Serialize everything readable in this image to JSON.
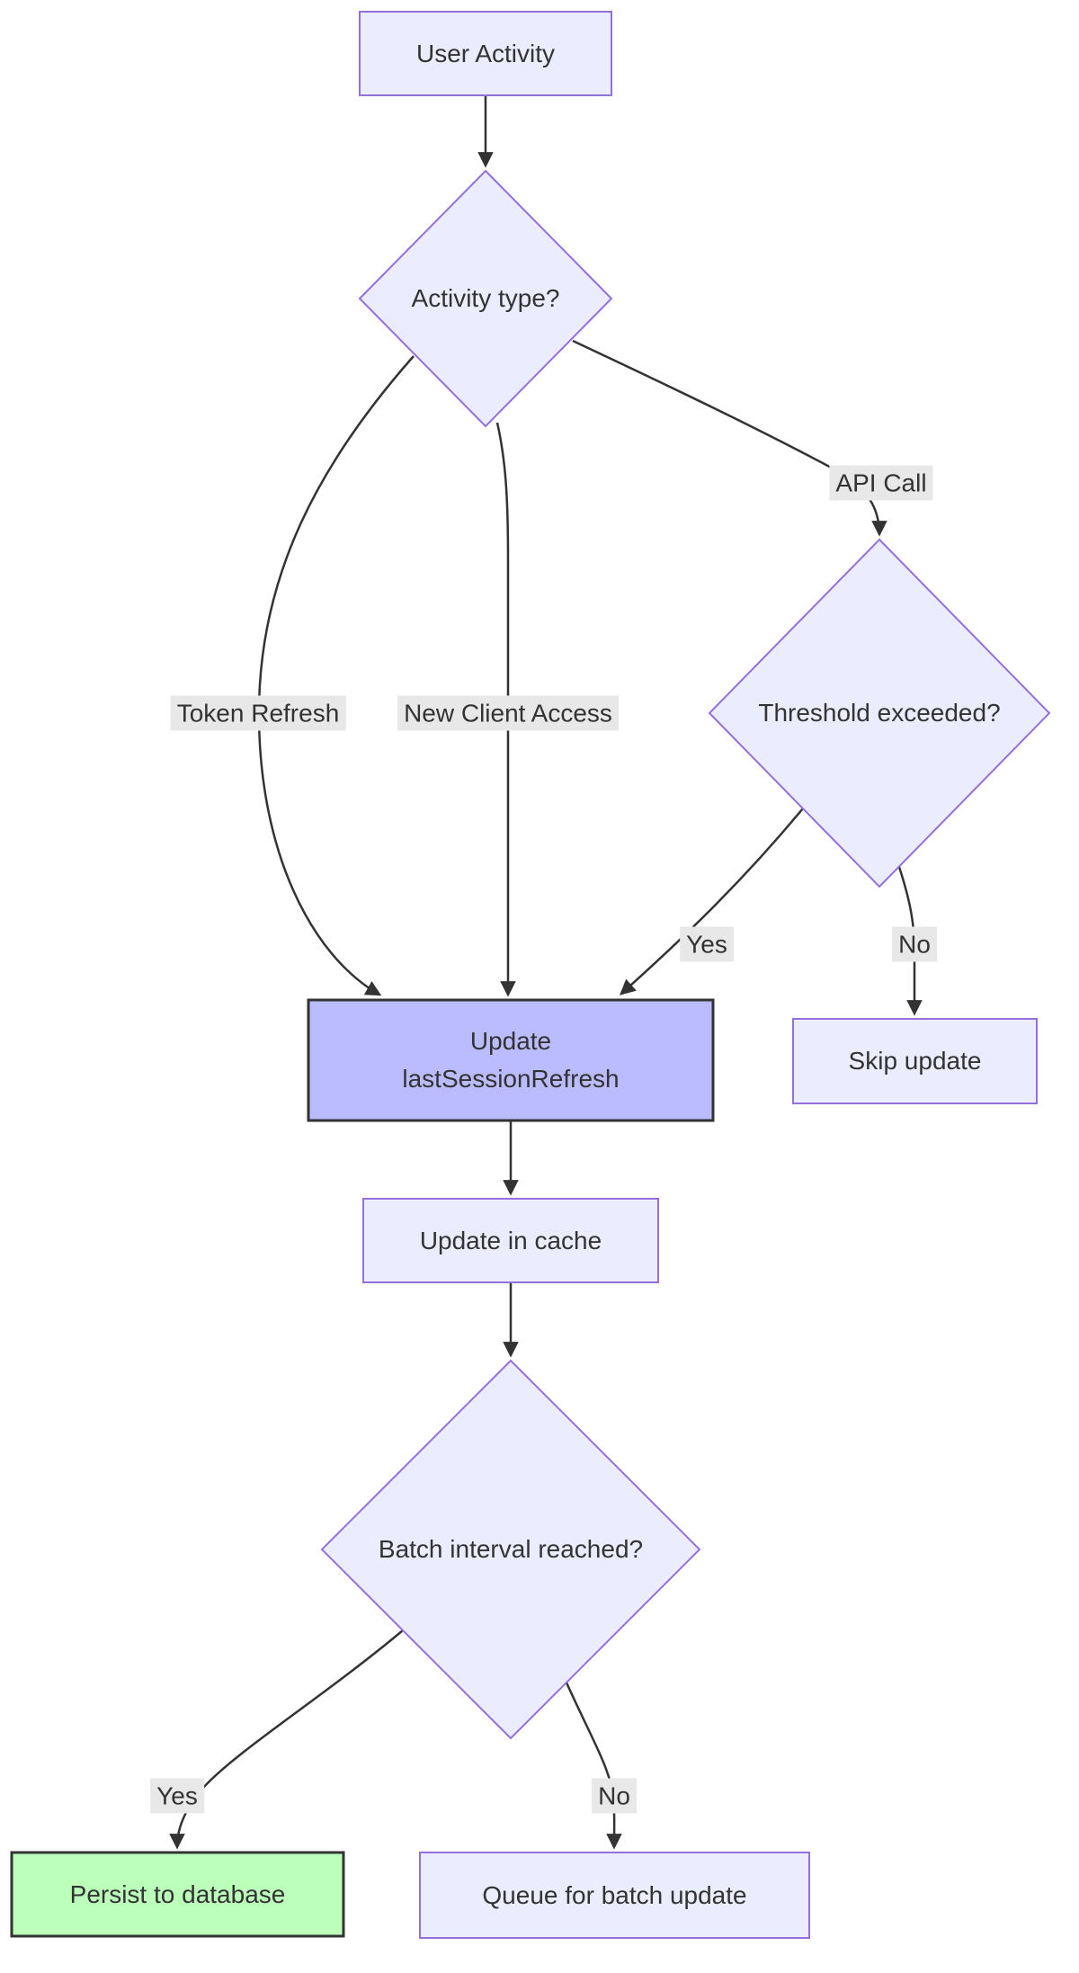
{
  "diagram": {
    "type": "flowchart",
    "nodes": {
      "user_activity": {
        "label": "User Activity",
        "shape": "rect"
      },
      "activity_type": {
        "label": "Activity type?",
        "shape": "diamond"
      },
      "threshold_exceeded": {
        "label": "Threshold exceeded?",
        "shape": "diamond"
      },
      "update_last_session_refresh": {
        "line1": "Update",
        "line2": "lastSessionRefresh",
        "shape": "rect-highlight"
      },
      "skip_update": {
        "label": "Skip update",
        "shape": "rect"
      },
      "update_in_cache": {
        "label": "Update in cache",
        "shape": "rect"
      },
      "batch_interval_reached": {
        "label": "Batch interval reached?",
        "shape": "diamond"
      },
      "persist_to_database": {
        "label": "Persist to database",
        "shape": "rect-success"
      },
      "queue_for_batch_update": {
        "label": "Queue for batch update",
        "shape": "rect"
      }
    },
    "edge_labels": {
      "token_refresh": "Token Refresh",
      "new_client_access": "New Client Access",
      "api_call": "API Call",
      "threshold_yes": "Yes",
      "threshold_no": "No",
      "batch_yes": "Yes",
      "batch_no": "No"
    },
    "colors": {
      "node_fill": "#ECECFF",
      "node_border": "#9370DB",
      "highlight_fill": "#BBBBFF",
      "highlight_border": "#333333",
      "success_fill": "#BBFFBB",
      "success_border": "#333333",
      "edge_stroke": "#333333",
      "edge_label_bg": "#E8E8E8",
      "text": "#333333",
      "background": "#FFFFFF"
    }
  }
}
